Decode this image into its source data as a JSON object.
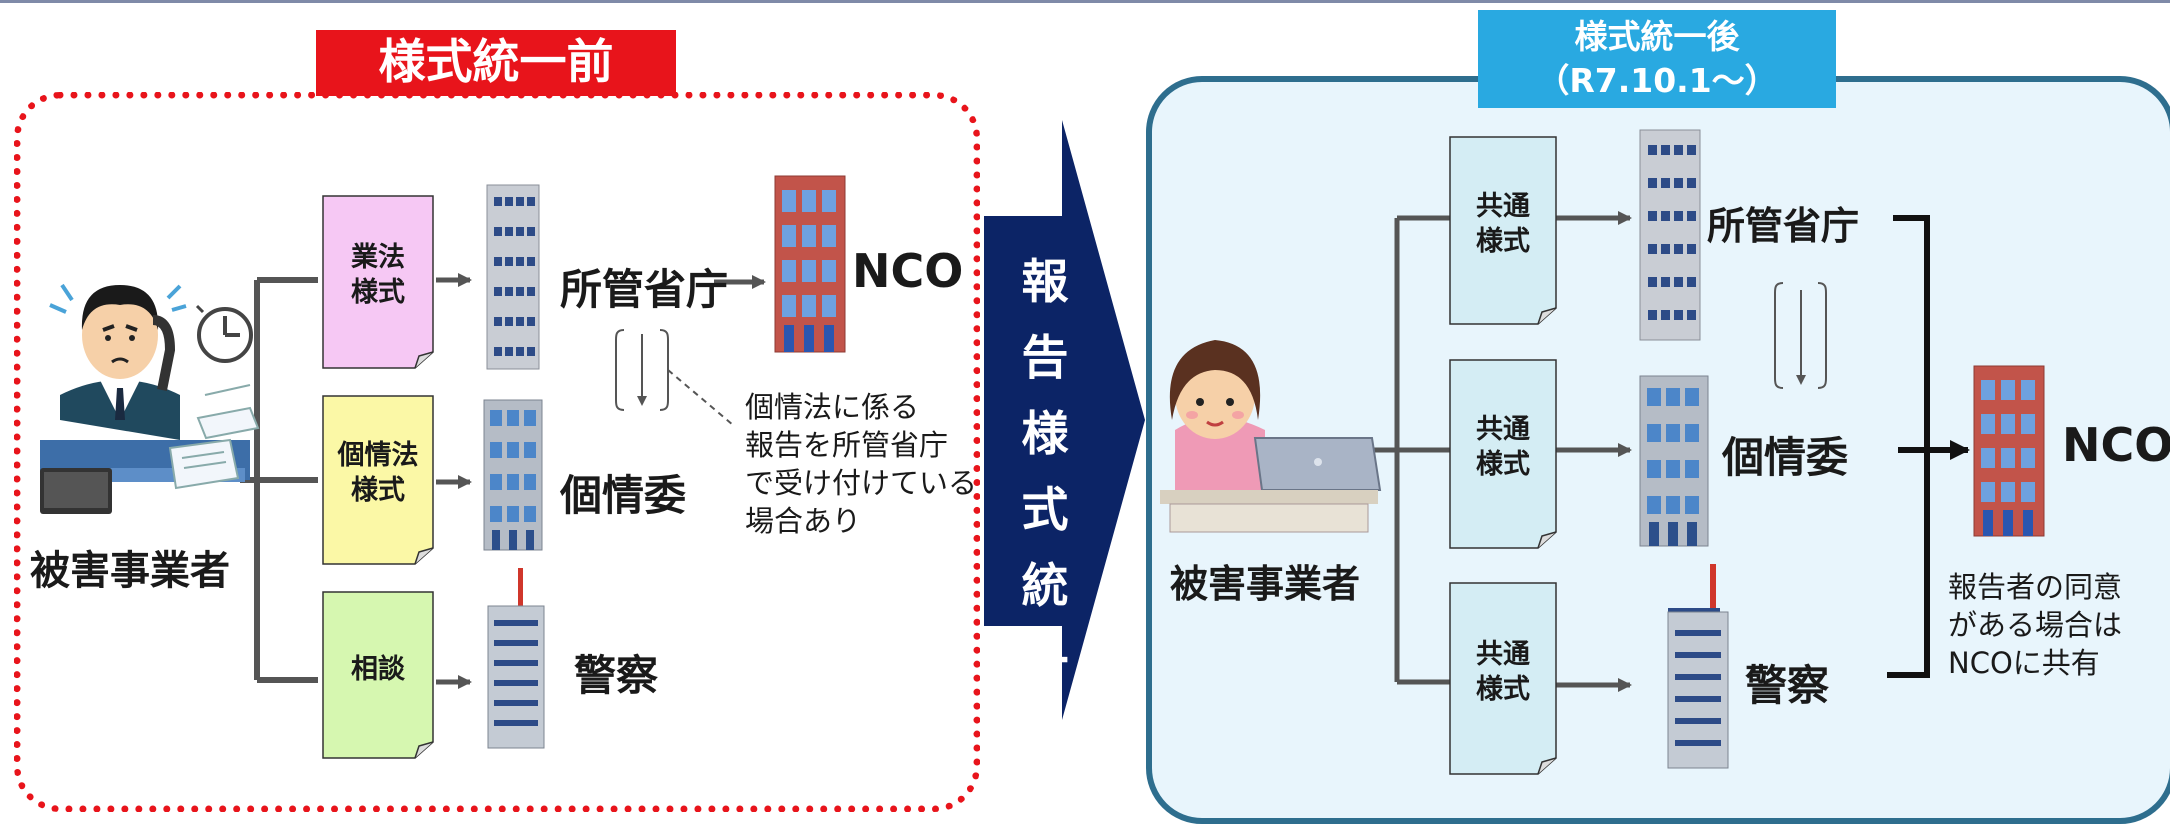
{
  "before": {
    "title": "様式統一前",
    "actor": "被害事業者",
    "forms": [
      "業法\n様式",
      "個情法\n様式",
      "相談"
    ],
    "targets": {
      "ministry": "所管省庁",
      "ppc": "個情委",
      "police": "警察",
      "nco": "NCO"
    },
    "note": [
      "個情法に係る",
      "報告を所管省庁",
      "で受け付けている",
      "場合あり"
    ],
    "colors": {
      "form1": "#f6c8f4",
      "form2": "#fbf8a6",
      "form3": "#d6f7b0",
      "title_bg": "#e8141b"
    }
  },
  "arrow": {
    "text": [
      "報",
      "告",
      "様",
      "式",
      "統",
      "一"
    ],
    "color": "#0c2466"
  },
  "after": {
    "title_line1": "様式統一後",
    "title_line2": "（R7.10.1〜）",
    "actor": "被害事業者",
    "form": "共通\n様式",
    "targets": {
      "ministry": "所管省庁",
      "ppc": "個情委",
      "police": "警察",
      "nco": "NCO"
    },
    "note": [
      "報告者の同意",
      "がある場合は",
      "NCOに共有"
    ],
    "colors": {
      "form": "#d4edf4",
      "panel": "#e8f5fc",
      "border": "#2e6e8e",
      "title_bg": "#29a9e1"
    }
  },
  "icons": [
    "worried-businessman-icon",
    "clock-icon",
    "woman-laptop-icon",
    "office-building-icon",
    "tower-building-icon",
    "nco-building-icon"
  ]
}
